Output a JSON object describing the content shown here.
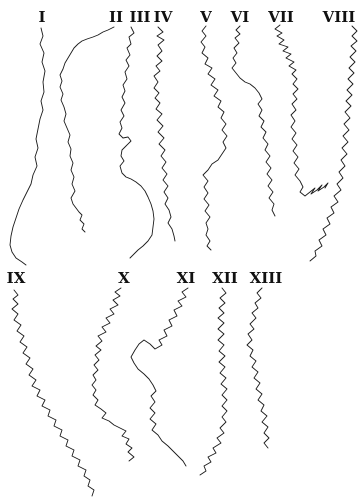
{
  "profiles": [
    {
      "id": "profile-1",
      "label": "I"
    },
    {
      "id": "profile-2",
      "label": "II"
    },
    {
      "id": "profile-3",
      "label": "III"
    },
    {
      "id": "profile-4",
      "label": "IV"
    },
    {
      "id": "profile-5",
      "label": "V"
    },
    {
      "id": "profile-6",
      "label": "VI"
    },
    {
      "id": "profile-7",
      "label": "VII"
    },
    {
      "id": "profile-8",
      "label": "VIII"
    },
    {
      "id": "profile-9",
      "label": "IX"
    },
    {
      "id": "profile-10",
      "label": "X"
    },
    {
      "id": "profile-11",
      "label": "XI"
    },
    {
      "id": "profile-12",
      "label": "XII"
    },
    {
      "id": "profile-13",
      "label": "XIII"
    }
  ]
}
